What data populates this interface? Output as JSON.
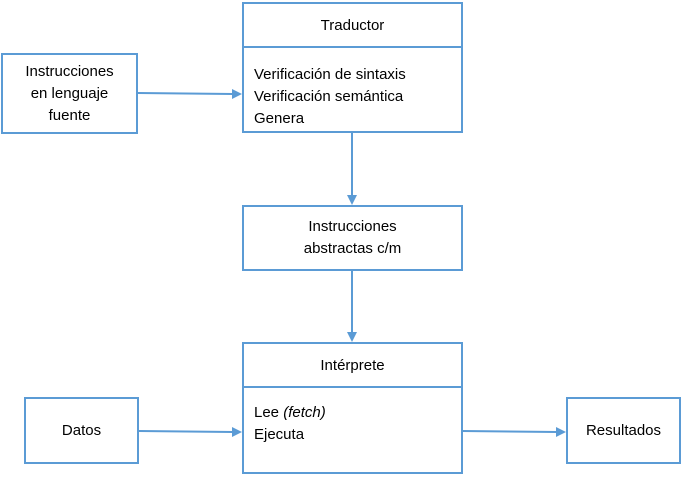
{
  "nodes": {
    "source": {
      "lines": [
        "Instrucciones",
        "en lenguaje",
        "fuente"
      ]
    },
    "translator": {
      "title": "Traductor",
      "lines": [
        "Verificación de sintaxis",
        "Verificación semántica",
        "Genera"
      ]
    },
    "abstract": {
      "lines": [
        "Instrucciones",
        "abstractas c/m"
      ]
    },
    "interpreter": {
      "title": "Intérprete",
      "lines": [
        {
          "text": "Lee ",
          "emph": "(fetch)"
        },
        {
          "text": "Ejecuta"
        }
      ]
    },
    "data": {
      "label": "Datos"
    },
    "results": {
      "label": "Resultados"
    }
  },
  "colors": {
    "stroke": "#5b9bd5",
    "text": "#000000",
    "background": "#ffffff"
  }
}
